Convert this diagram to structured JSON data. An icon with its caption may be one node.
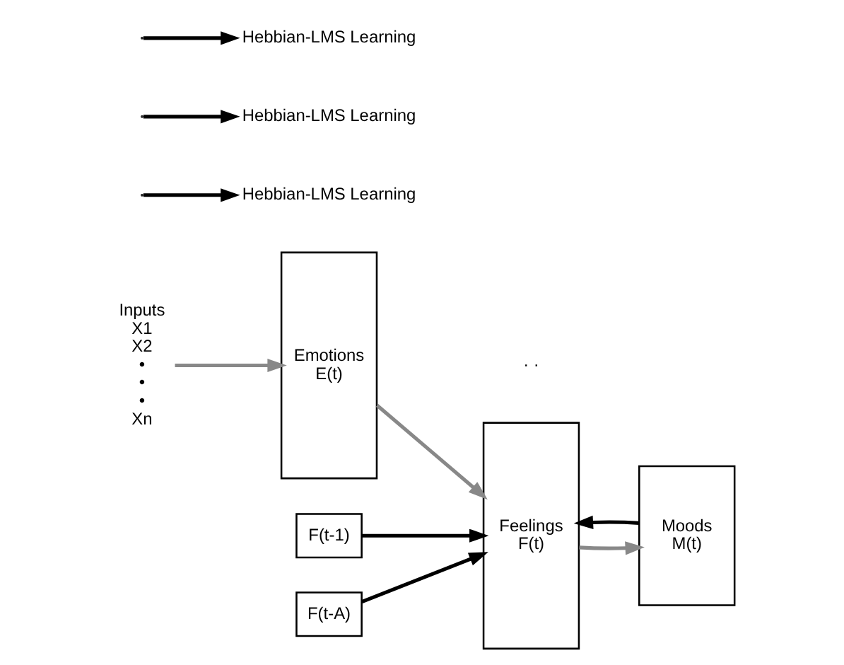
{
  "diagram": {
    "nodes": [
      {
        "text": [
          "Inputs",
          "X1",
          "X2",
          "•",
          "•",
          "•",
          "Xn"
        ]
      },
      {
        "text": [
          "Emotions",
          "E(t)"
        ]
      },
      {
        "text": [
          "Feelings",
          "F(t)"
        ]
      },
      {
        "text": [
          "F(t-1)"
        ]
      },
      {
        "text": [
          "F(t-A)"
        ]
      },
      {
        "text": [
          "Moods",
          "M(t)"
        ]
      },
      {
        "text": [
          "Hebbian-LMS Learning"
        ]
      },
      {
        "text": [
          "Hebbian-LMS Learning"
        ]
      },
      {
        "text": [
          "Hebbian-LMS Learning"
        ]
      }
    ],
    "edges": [
      {
        "from": 0,
        "to": 1,
        "arrow": "to",
        "color": "#888888"
      },
      {
        "from": 1,
        "to": 2,
        "arrow": "to",
        "color": "#888888"
      },
      {
        "from": 2,
        "to": 5,
        "arrow": "to",
        "color": "#888888"
      },
      {
        "from": 3,
        "to": 2,
        "arrow": "to"
      },
      {
        "from": 4,
        "to": 2,
        "arrow": "to"
      },
      {
        "from": null,
        "to": 6,
        "arrow": "to"
      },
      {
        "from": null,
        "to": 7,
        "arrow": "to"
      },
      {
        "from": 5,
        "to": 2,
        "arrow": "to"
      },
      {
        "from": null,
        "to": 8,
        "arrow": "to"
      }
    ],
    "labels": [
      "· ·"
    ]
  }
}
